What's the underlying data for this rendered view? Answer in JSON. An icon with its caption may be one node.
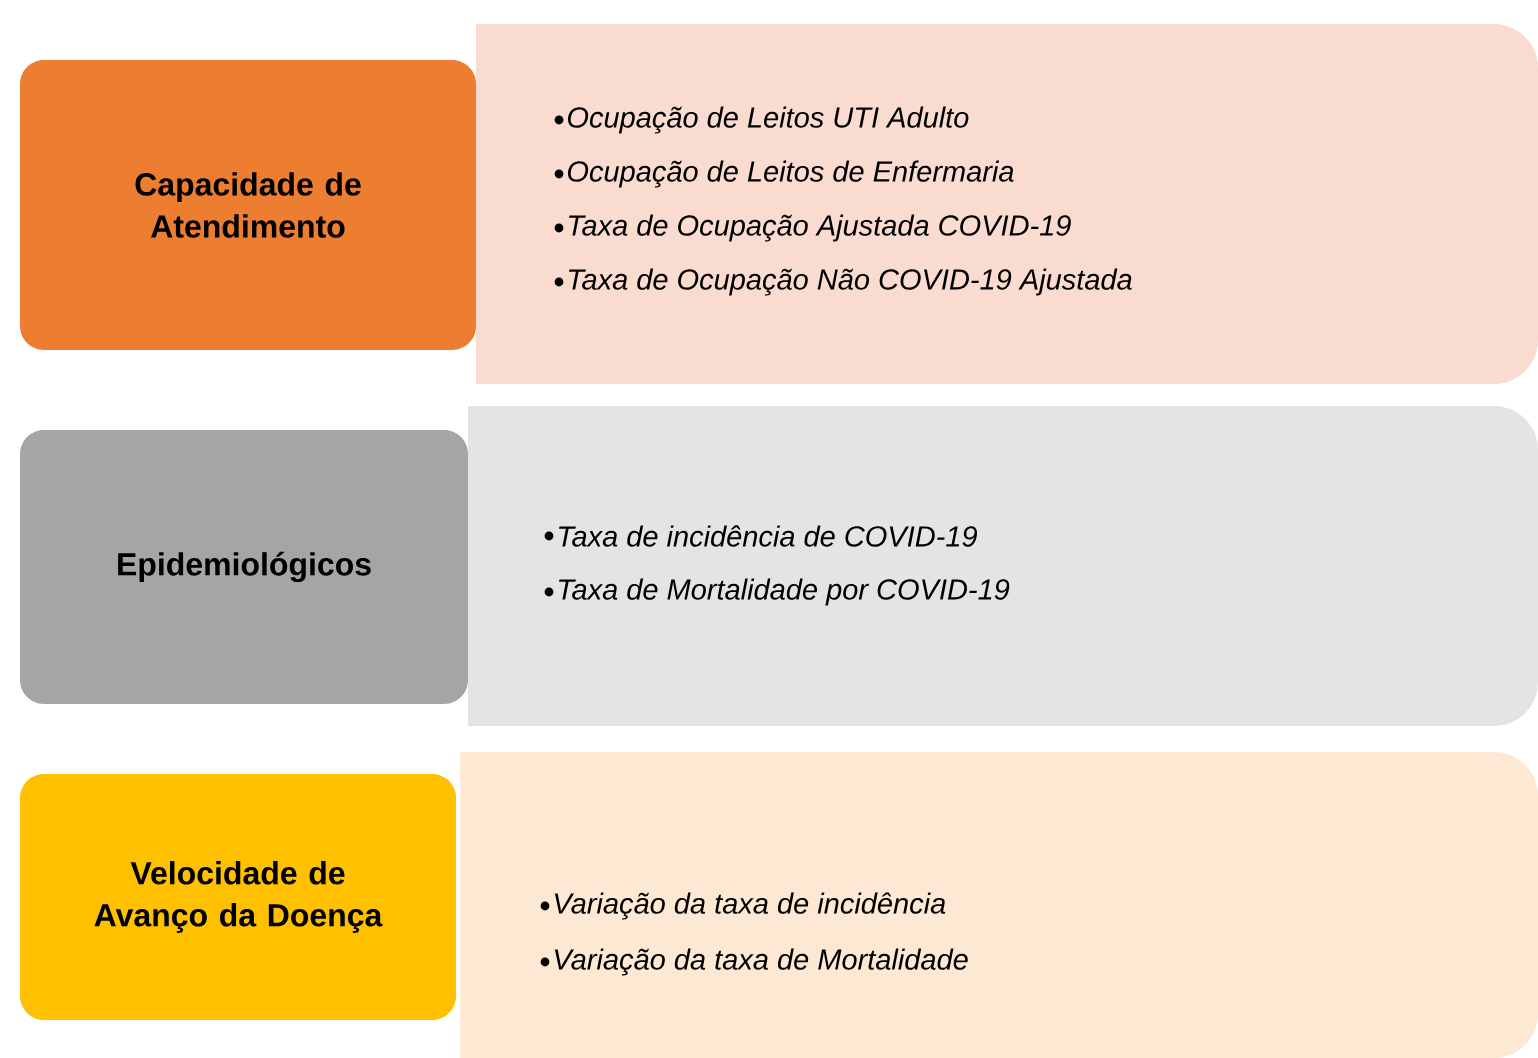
{
  "diagram": {
    "nodes": [
      {
        "text": [
          "Capacidade  de Atendimento"
        ]
      },
      {
        "text": [
          "Ocupação de Leitos UTI Adulto",
          "Ocupação de Leitos de Enfermaria",
          "Taxa de Ocupação Ajustada COVID-19",
          "Taxa de Ocupação Não COVID-19 Ajustada"
        ]
      },
      {
        "text": [
          "Epidemiológicos"
        ]
      },
      {
        "text": [
          "Taxa de incidência de COVID-19",
          "Taxa de Mortalidade por COVID-19"
        ]
      },
      {
        "text": [
          "Velocidade de Avanço da Doença"
        ]
      },
      {
        "text": [
          "Variação da taxa de incidência",
          "Variação da taxa de Mortalidade"
        ]
      }
    ]
  }
}
